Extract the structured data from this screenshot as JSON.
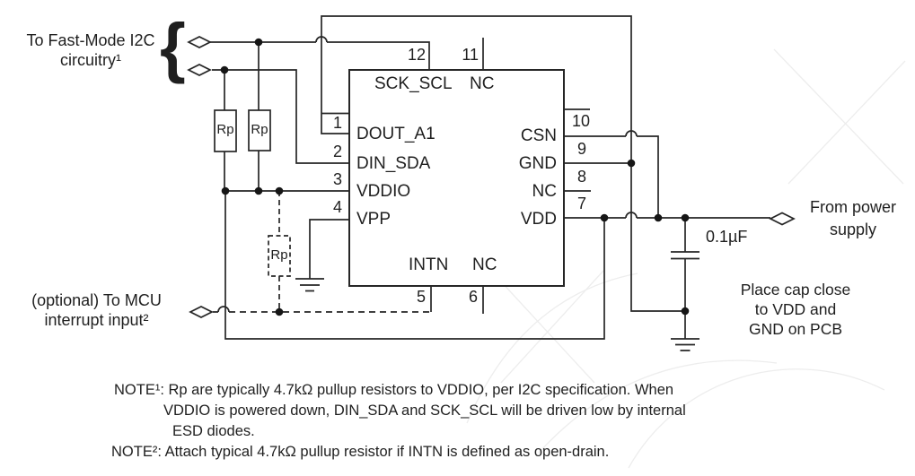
{
  "connectors": {
    "brace": "{",
    "i2c_line1": "To Fast-Mode I2C",
    "i2c_line2": "circuitry¹",
    "mcu_line1": "(optional) To MCU",
    "mcu_line2": "interrupt input²",
    "power_line1": "From power",
    "power_line2": "supply"
  },
  "ic": {
    "top_pins": [
      {
        "num": "12",
        "name": "SCK_SCL"
      },
      {
        "num": "11",
        "name": "NC"
      }
    ],
    "left_pins": [
      {
        "num": "1",
        "name": "DOUT_A1"
      },
      {
        "num": "2",
        "name": "DIN_SDA"
      },
      {
        "num": "3",
        "name": "VDDIO"
      },
      {
        "num": "4",
        "name": "VPP"
      }
    ],
    "right_pins": [
      {
        "num": "10",
        "name": "CSN"
      },
      {
        "num": "9",
        "name": "GND"
      },
      {
        "num": "8",
        "name": "NC"
      },
      {
        "num": "7",
        "name": "VDD"
      }
    ],
    "bottom_pins": [
      {
        "num": "5",
        "name": "INTN"
      },
      {
        "num": "6",
        "name": "NC"
      }
    ]
  },
  "resistors": {
    "rp1": "Rp",
    "rp2": "Rp",
    "rp3": "Rp"
  },
  "capacitor": {
    "value": "0.1µF"
  },
  "cap_note": {
    "line1": "Place cap close",
    "line2": "to VDD and",
    "line3": "GND on PCB"
  },
  "notes": {
    "line1": "NOTE¹: Rp are typically 4.7kΩ pullup resistors to VDDIO, per I2C specification. When",
    "line2": "VDDIO is powered down, DIN_SDA and SCK_SCL will be driven low by internal",
    "line3": "ESD diodes.",
    "line4": "NOTE²: Attach typical 4.7kΩ pullup resistor if INTN is defined as open-drain."
  },
  "colors": {
    "line": "#262626",
    "background": "#ffffff",
    "watermark": "#ededed"
  }
}
